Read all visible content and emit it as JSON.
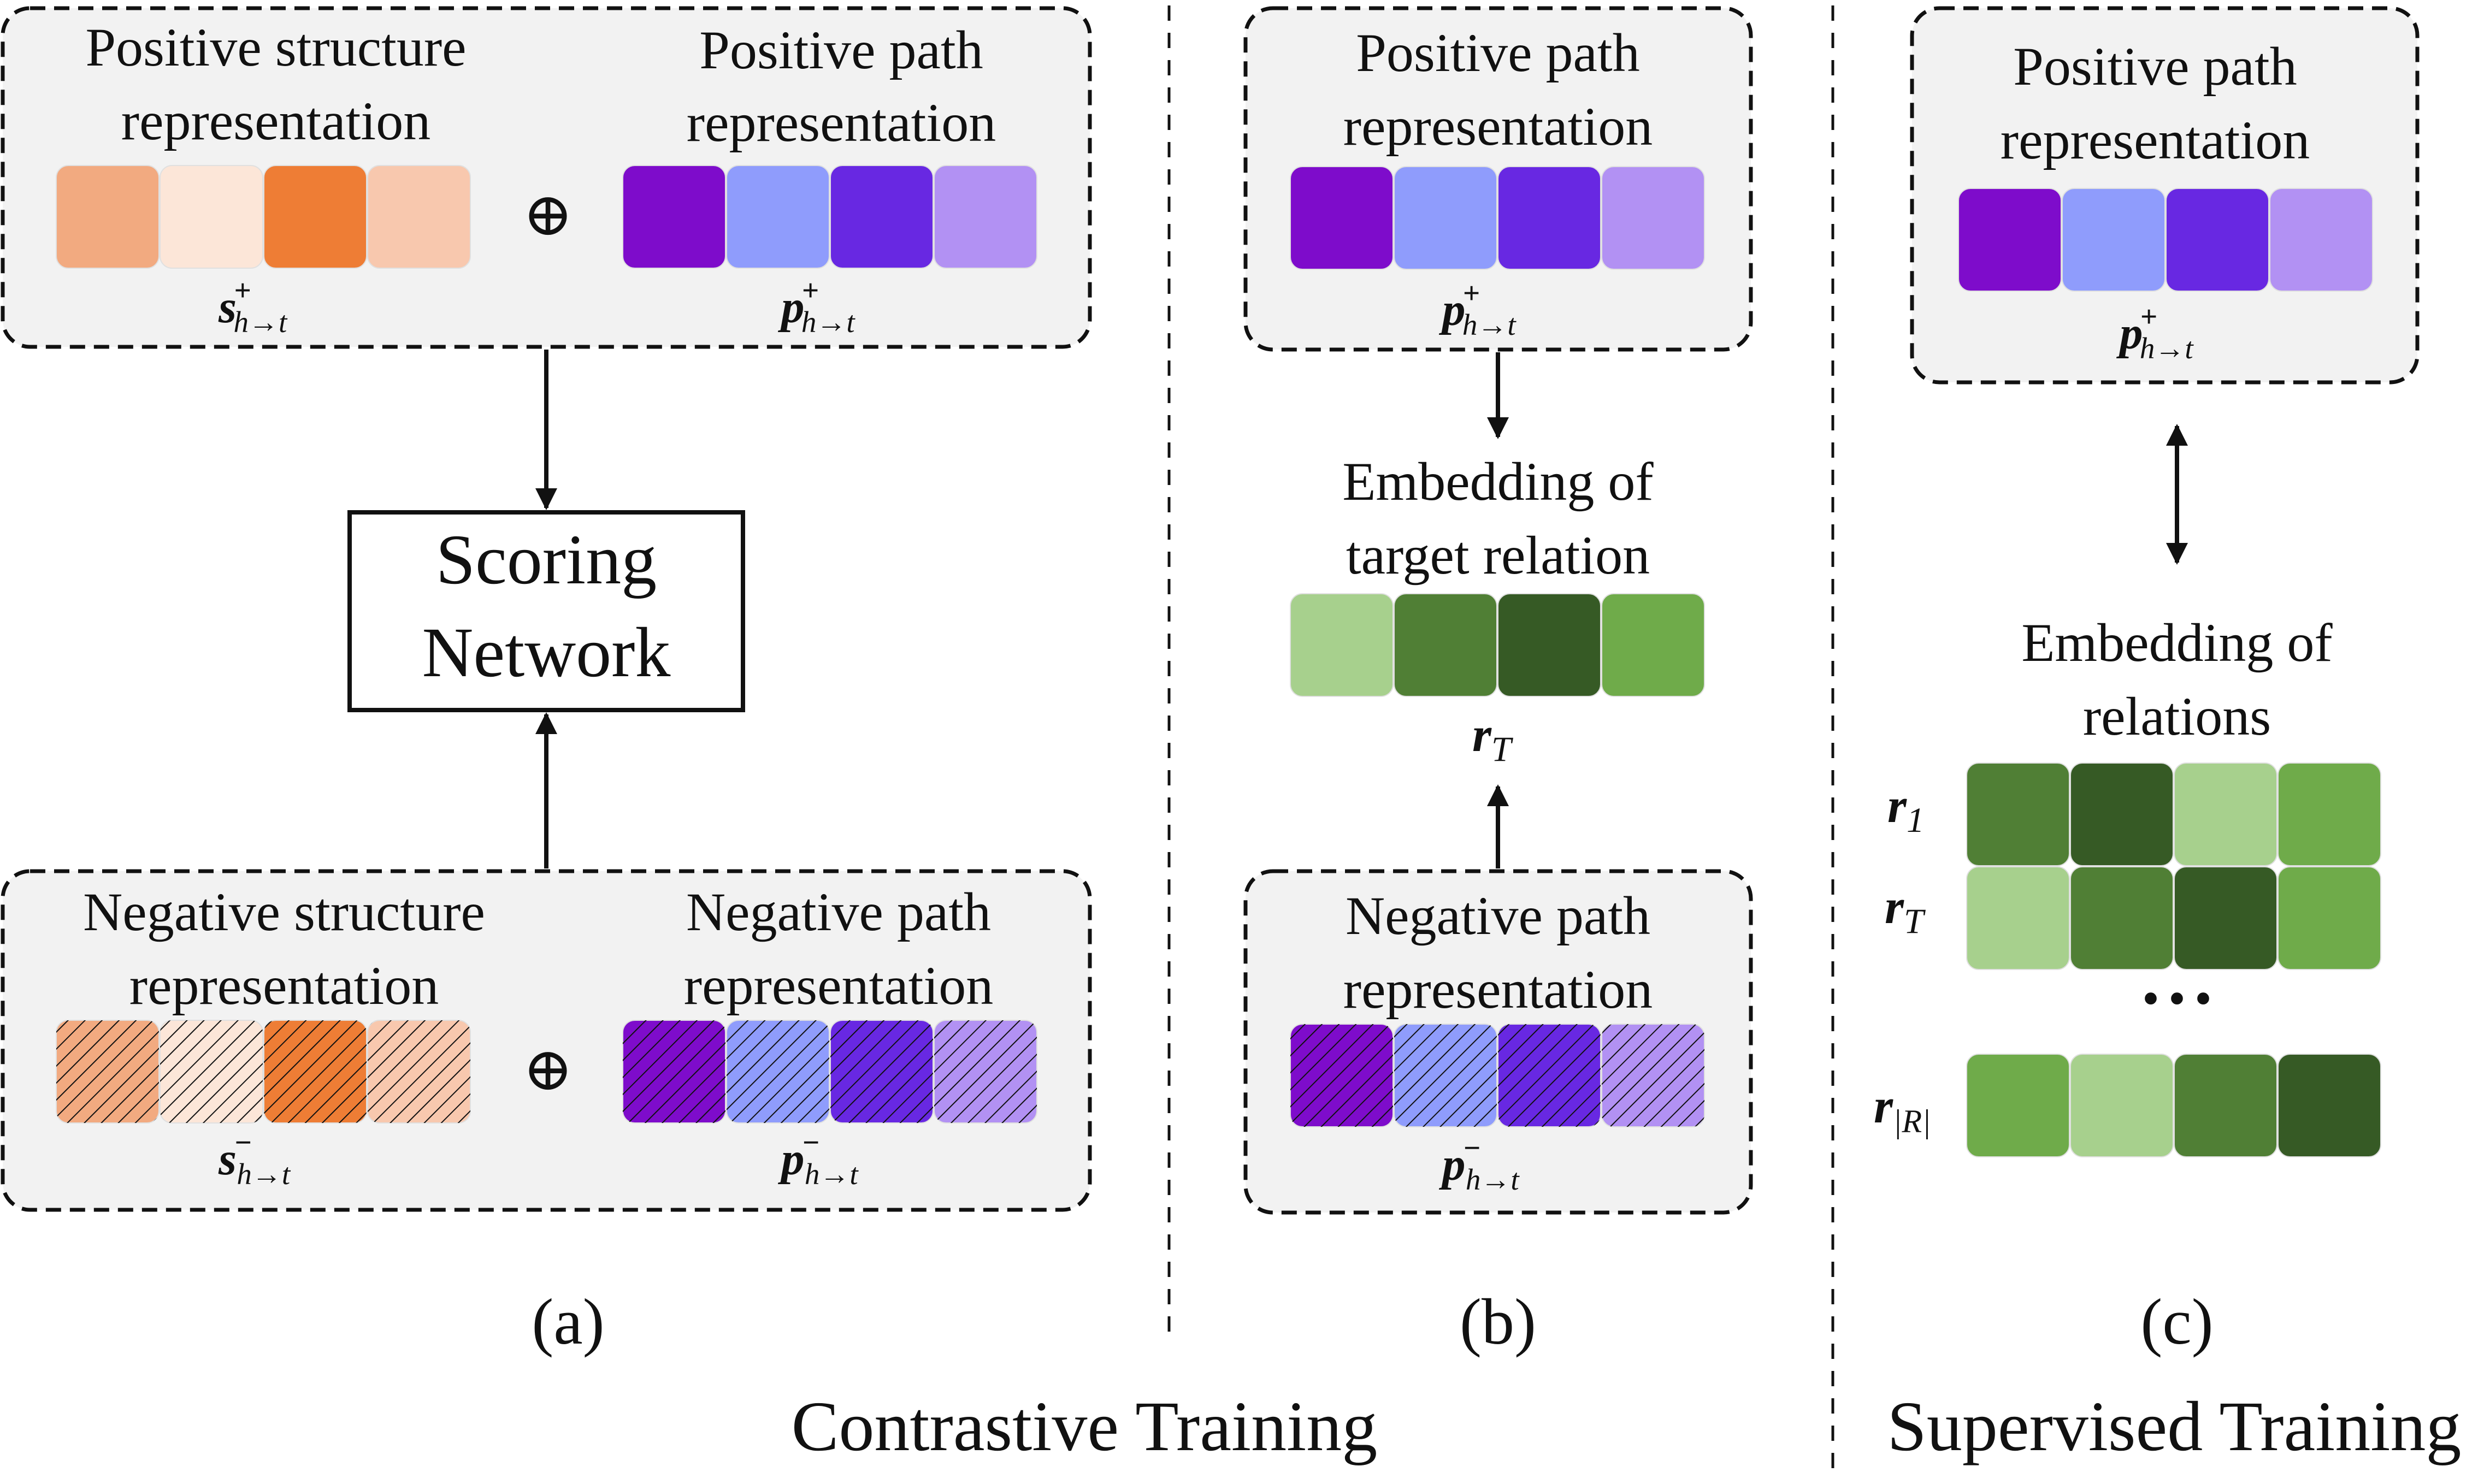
{
  "colors": {
    "orange": [
      "#f2aa80",
      "#fce6d8",
      "#ee7d35",
      "#f8c8ae"
    ],
    "purple": [
      "#7e0ccb",
      "#8f9cfc",
      "#6828e2",
      "#b291f3"
    ],
    "green_target": [
      "#a7d08d",
      "#507f35",
      "#365a25",
      "#6fab4a"
    ],
    "green_r1": [
      "#507f35",
      "#365a25",
      "#a7d08d",
      "#6fab4a"
    ],
    "green_rT": [
      "#a7d08d",
      "#507f35",
      "#365a25",
      "#6fab4a"
    ],
    "green_rR": [
      "#6fab4a",
      "#a7d08d",
      "#507f35",
      "#365a25"
    ]
  },
  "panel_a": {
    "pos_struct_title": [
      "Positive structure",
      "representation"
    ],
    "pos_path_title": [
      "Positive path",
      "representation"
    ],
    "neg_struct_title": [
      "Negative structure",
      "representation"
    ],
    "neg_path_title": [
      "Negative path",
      "representation"
    ],
    "oplus": "⊕",
    "s_pos": {
      "base": "s",
      "sup": "+",
      "sub": "h→t"
    },
    "p_pos": {
      "base": "p",
      "sup": "+",
      "sub": "h→t"
    },
    "s_neg": {
      "base": "s",
      "sup": "−",
      "sub": "h→t"
    },
    "p_neg": {
      "base": "p",
      "sup": "−",
      "sub": "h→t"
    },
    "scoring": [
      "Scoring",
      "Network"
    ],
    "caption": "(a)"
  },
  "panel_b": {
    "pos_path_title": [
      "Positive path",
      "representation"
    ],
    "embed_title": [
      "Embedding of",
      "target relation"
    ],
    "neg_path_title": [
      "Negative path",
      "representation"
    ],
    "p_pos": {
      "base": "p",
      "sup": "+",
      "sub": "h→t"
    },
    "r_T": {
      "base": "r",
      "sub": "T"
    },
    "p_neg": {
      "base": "p",
      "sup": "−",
      "sub": "h→t"
    },
    "caption": "(b)"
  },
  "panel_c": {
    "pos_path_title": [
      "Positive path",
      "representation"
    ],
    "p_pos": {
      "base": "p",
      "sup": "+",
      "sub": "h→t"
    },
    "embed_title": [
      "Embedding of",
      "relations"
    ],
    "r_1": {
      "base": "r",
      "sub": "1"
    },
    "r_T": {
      "base": "r",
      "sub": "T"
    },
    "ellipsis": "• • •",
    "r_R": {
      "base": "r",
      "sub": "|R|"
    },
    "caption": "(c)"
  },
  "footer": {
    "contrastive": "Contrastive Training",
    "supervised": "Supervised Training"
  }
}
